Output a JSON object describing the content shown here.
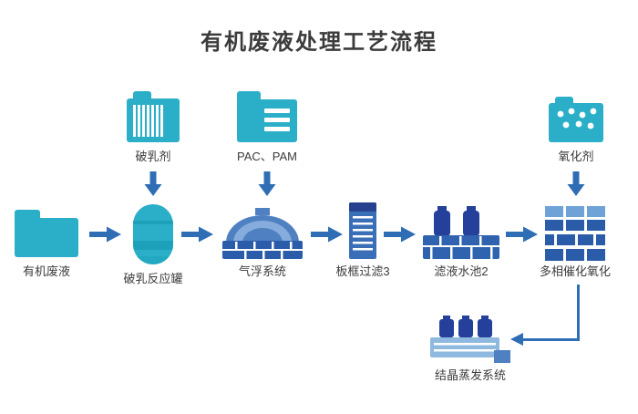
{
  "title": "有机废液处理工艺流程",
  "palette": {
    "teal": "#2BAFC8",
    "arrow_blue": "#2F6EB5",
    "navy": "#24409A",
    "medium_blue": "#3A6FB8",
    "base_blue": "#2B5CA9",
    "light_blue": "#8FB9DF"
  },
  "inputs": [
    {
      "label": "破乳剂",
      "icon": "demulsifier-striped-folder-icon"
    },
    {
      "label": "PAC、PAM",
      "icon": "pac-pam-lined-folder-icon"
    },
    {
      "label": "氧化剂",
      "icon": "oxidant-dotted-folder-icon"
    }
  ],
  "main_flow": [
    {
      "label": "有机废液",
      "icon": "organic-waste-folder-icon"
    },
    {
      "label": "破乳反应罐",
      "icon": "demulsification-tank-icon"
    },
    {
      "label": "气浮系统",
      "icon": "air-flotation-dome-icon"
    },
    {
      "label": "板框过滤3",
      "icon": "plate-frame-filter-icon"
    },
    {
      "label": "滤液水池2",
      "icon": "filtrate-pool-icon"
    },
    {
      "label": "多相催化氧化",
      "icon": "catalytic-oxidation-stack-icon"
    }
  ],
  "output": {
    "label": "结晶蒸发系统",
    "icon": "crystallization-evaporator-icon"
  }
}
